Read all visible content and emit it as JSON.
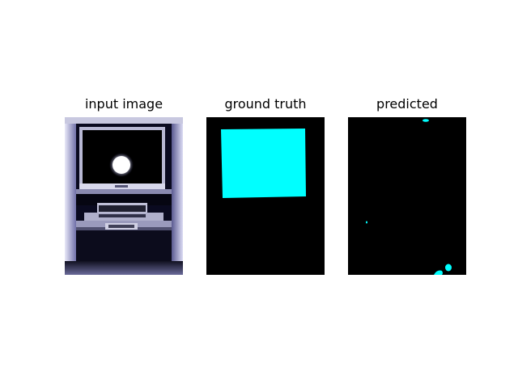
{
  "panels": [
    {
      "title": "input image",
      "icon": "tv-cabinet-photo"
    },
    {
      "title": "ground truth",
      "icon": "segmentation-mask"
    },
    {
      "title": "predicted",
      "icon": "segmentation-mask"
    }
  ],
  "colors": {
    "background": "#000000",
    "mask": "#00ffff"
  }
}
